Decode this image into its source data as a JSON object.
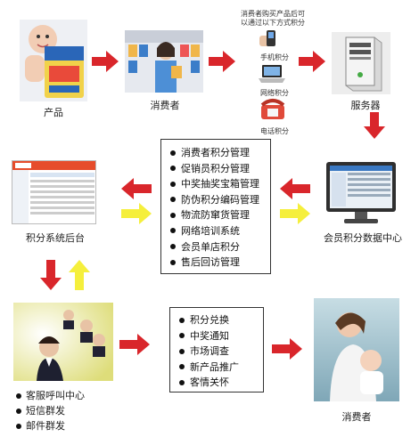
{
  "top": {
    "product_label": "产品",
    "consumer_label": "消费者",
    "purchase_note_line1": "消费者购买产品后可",
    "purchase_note_line2": "以通过以下方式积分",
    "method_mobile": "手机积分",
    "method_web": "网络积分",
    "method_phone": "电话积分",
    "server_label": "服务器"
  },
  "middle": {
    "backend_label": "积分系统后台",
    "datacenter_label": "会员积分数据中心",
    "modules": [
      "消费者积分管理",
      "促销员积分管理",
      "中奖抽奖宝箱管理",
      "防伪积分编码管理",
      "物流防窜货管理",
      "网络培训系统",
      "会员单店积分",
      "售后回访管理"
    ]
  },
  "bottom": {
    "callcenter_items": [
      "客服呼叫中心",
      "短信群发",
      "邮件群发"
    ],
    "services": [
      "积分兑换",
      "中奖通知",
      "市场调查",
      "新产品推广",
      "客情关怀"
    ],
    "consumer_label": "消费者"
  },
  "colors": {
    "red_arrow": "#d9262b",
    "yellow_arrow": "#f5ef3c"
  }
}
